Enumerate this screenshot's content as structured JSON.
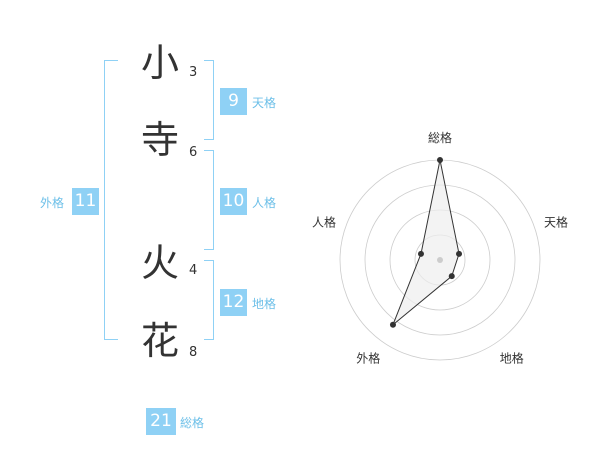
{
  "characters": [
    {
      "char": "小",
      "strokes": "3"
    },
    {
      "char": "寺",
      "strokes": "6"
    },
    {
      "char": "火",
      "strokes": "4"
    },
    {
      "char": "花",
      "strokes": "8"
    }
  ],
  "kaku": {
    "ten": {
      "value": "9",
      "label": "天格"
    },
    "jin": {
      "value": "10",
      "label": "人格"
    },
    "chi": {
      "value": "12",
      "label": "地格"
    },
    "gai": {
      "value": "11",
      "label": "外格"
    },
    "so": {
      "value": "21",
      "label": "総格"
    }
  },
  "chart_data": {
    "type": "radar",
    "axes": [
      "総格",
      "天格",
      "地格",
      "外格",
      "人格"
    ],
    "values": [
      5,
      1,
      1,
      4,
      1
    ],
    "rmax": 5,
    "rings": 4,
    "colors": {
      "fill": "#eeeeee",
      "line": "#333333",
      "grid": "#cccccc",
      "point": "#333333",
      "center": "#cccccc"
    }
  },
  "colors": {
    "accent": "#8fd1f5",
    "accent_text": "#6cbfe8",
    "text": "#333333"
  }
}
